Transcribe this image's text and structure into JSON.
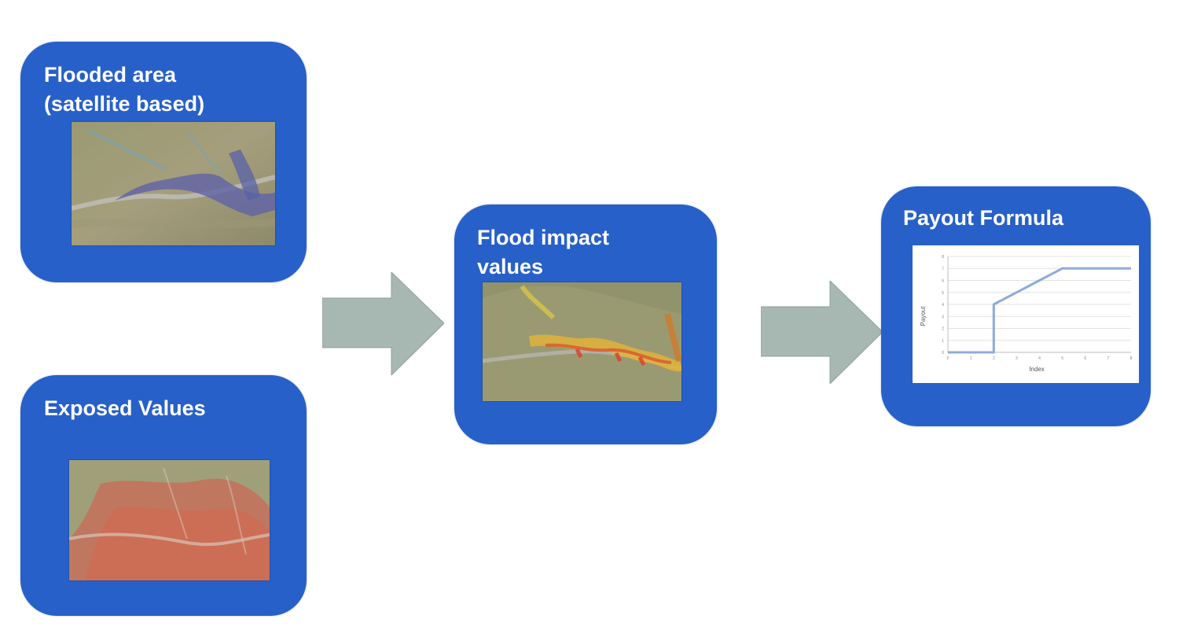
{
  "boxes": {
    "flooded_area": {
      "title": "Flooded area\n(satellite based)"
    },
    "exposed_values": {
      "title": "Exposed Values"
    },
    "flood_impact": {
      "title": "Flood impact\nvalues"
    },
    "payout_formula": {
      "title": "Payout Formula"
    }
  },
  "colors": {
    "box": "#2760c9",
    "arrow": "#a7b7b1",
    "chart_line": "#8fabd9"
  },
  "chart_data": {
    "type": "line",
    "title": "",
    "xlabel": "Index",
    "ylabel": "Payout",
    "x": [
      0,
      1,
      2,
      2,
      3,
      4,
      5,
      6,
      7,
      8
    ],
    "y": [
      0,
      0,
      0,
      4,
      5,
      6,
      7,
      7,
      7,
      7
    ],
    "xlim": [
      0,
      8
    ],
    "ylim": [
      0,
      8
    ],
    "grid": true,
    "legend": "none"
  }
}
